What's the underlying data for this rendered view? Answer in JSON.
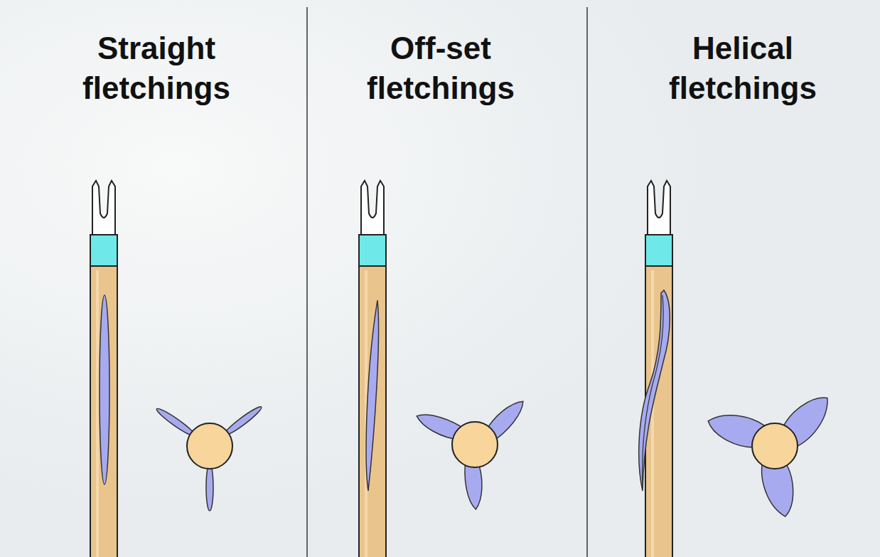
{
  "diagram": {
    "labels": [
      "Straight fletchings",
      "Off-set fletchings",
      "Helical fletchings"
    ]
  }
}
